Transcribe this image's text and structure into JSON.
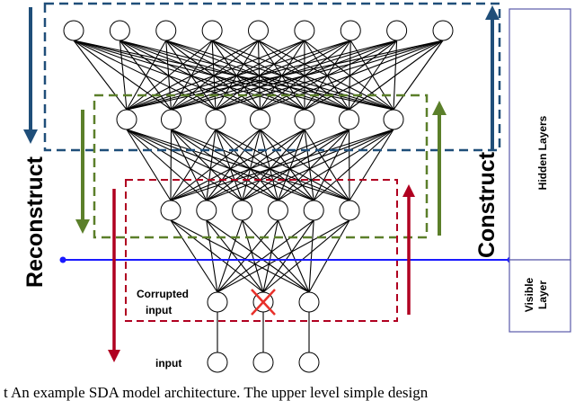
{
  "labels": {
    "reconstruct": "Reconstruct",
    "construct": "Construct",
    "hidden_layers": "Hidden Layers",
    "visible_layer_line1": "Visible",
    "visible_layer_line2": "Layer",
    "corrupted_line1": "Corrupted",
    "corrupted_line2": "input",
    "input": "input"
  },
  "layers": [
    {
      "id": "input",
      "nodes": 3
    },
    {
      "id": "corrupted-input",
      "nodes": 3,
      "corrupted_node": 2
    },
    {
      "id": "hidden-1",
      "nodes": 6
    },
    {
      "id": "hidden-2",
      "nodes": 7
    },
    {
      "id": "hidden-3",
      "nodes": 9
    }
  ],
  "caption": "t   An example SDA model architecture.  The upper level simple design"
}
